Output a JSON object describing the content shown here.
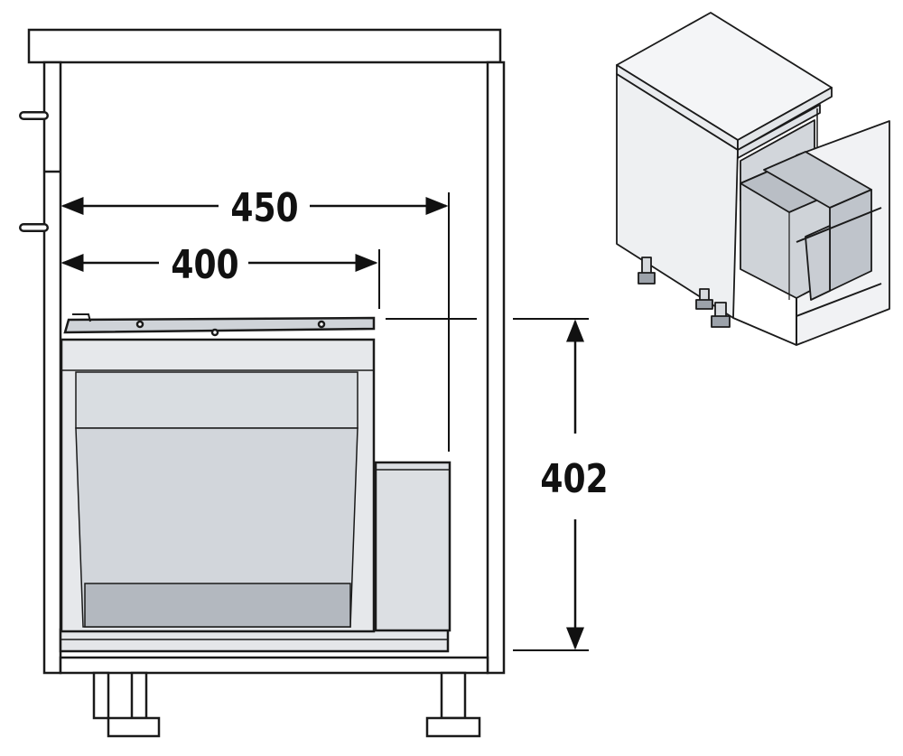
{
  "dimensions": {
    "outer_width": "450",
    "inner_width": "400",
    "height": "402"
  },
  "colors": {
    "line": "#1a1a1a",
    "fill_light": "#e4e6e9",
    "fill_mid": "#cfd3d8",
    "fill_dark": "#b3b8bf",
    "white": "#ffffff"
  }
}
